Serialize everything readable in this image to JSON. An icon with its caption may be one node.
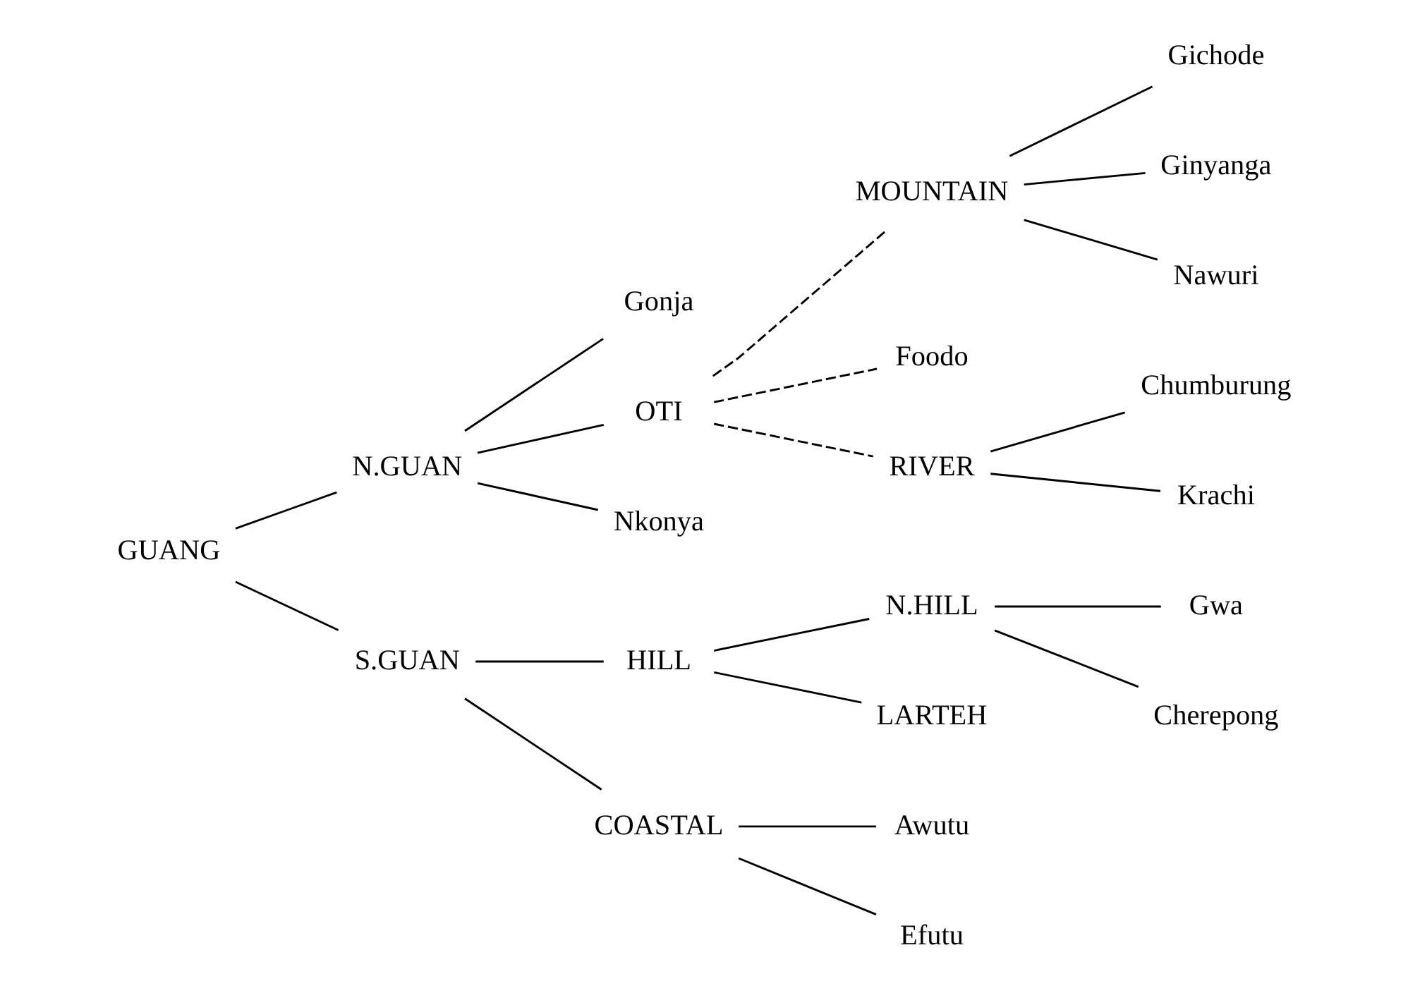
{
  "diagram": {
    "nodes": [
      {
        "text": [
          "GUANG"
        ]
      },
      {
        "text": [
          "N.GUAN"
        ]
      },
      {
        "text": [
          "Gonja"
        ]
      },
      {
        "text": [
          "OTI"
        ]
      },
      {
        "text": [
          "Nkonya"
        ]
      },
      {
        "text": [
          "MOUNTAIN"
        ]
      },
      {
        "text": [
          "Foodo"
        ]
      },
      {
        "text": [
          "RIVER"
        ]
      },
      {
        "text": [
          "Gichode"
        ]
      },
      {
        "text": [
          "Ginyanga"
        ]
      },
      {
        "text": [
          "Nawuri"
        ]
      },
      {
        "text": [
          "Chumburung"
        ]
      },
      {
        "text": [
          "Krachi"
        ]
      },
      {
        "text": [
          "S.GUAN"
        ]
      },
      {
        "text": [
          "HILL"
        ]
      },
      {
        "text": [
          "COASTAL"
        ]
      },
      {
        "text": [
          "N.HILL"
        ]
      },
      {
        "text": [
          "LARTEH"
        ]
      },
      {
        "text": [
          "Gwa"
        ]
      },
      {
        "text": [
          "Cherepong"
        ]
      },
      {
        "text": [
          "Awutu"
        ]
      },
      {
        "text": [
          "Efutu"
        ]
      }
    ],
    "edges": [
      {
        "from": 0,
        "to": 1,
        "arrow": "none"
      },
      {
        "from": 0,
        "to": 13,
        "arrow": "none"
      },
      {
        "from": 1,
        "to": 2,
        "arrow": "none"
      },
      {
        "from": 1,
        "to": 3,
        "arrow": "none"
      },
      {
        "from": 1,
        "to": 4,
        "arrow": "none"
      },
      {
        "from": 3,
        "to": 5,
        "arrow": "none",
        "style": "dashed"
      },
      {
        "from": 3,
        "to": 6,
        "arrow": "none",
        "style": "dashed"
      },
      {
        "from": 3,
        "to": 7,
        "arrow": "none",
        "style": "dashed"
      },
      {
        "from": 5,
        "to": 8,
        "arrow": "none"
      },
      {
        "from": 5,
        "to": 9,
        "arrow": "none"
      },
      {
        "from": 5,
        "to": 10,
        "arrow": "none"
      },
      {
        "from": 7,
        "to": 11,
        "arrow": "none"
      },
      {
        "from": 7,
        "to": 12,
        "arrow": "none"
      },
      {
        "from": 13,
        "to": 14,
        "arrow": "none"
      },
      {
        "from": 13,
        "to": 15,
        "arrow": "none"
      },
      {
        "from": 14,
        "to": 16,
        "arrow": "none"
      },
      {
        "from": 14,
        "to": 17,
        "arrow": "none"
      },
      {
        "from": 16,
        "to": 18,
        "arrow": "none"
      },
      {
        "from": 16,
        "to": 19,
        "arrow": "none"
      },
      {
        "from": 15,
        "to": 20,
        "arrow": "none"
      },
      {
        "from": 15,
        "to": 21,
        "arrow": "none"
      }
    ]
  }
}
